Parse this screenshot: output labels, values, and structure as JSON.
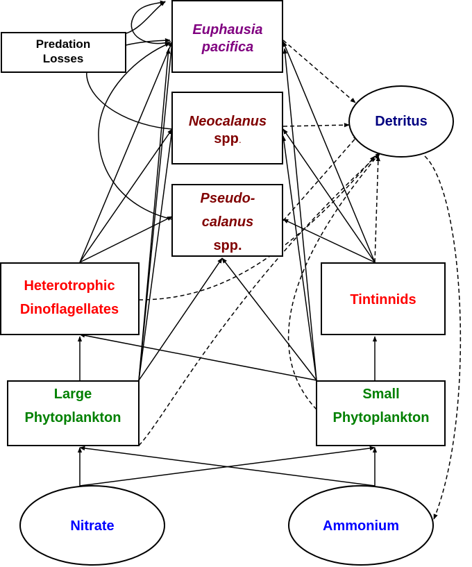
{
  "nodes": {
    "predation": {
      "line1": "Predation",
      "line2": "Losses",
      "color": "#000000"
    },
    "euphausia": {
      "line1": "Euphausia",
      "line2": "pacifica",
      "color": "#800080"
    },
    "neocalanus": {
      "line1": "Neocalanus",
      "line2": "spp",
      "line2_suffix": ".",
      "color": "#800000"
    },
    "pseudocalanus": {
      "line1": "Pseudo-",
      "line2": "calanus",
      "line3": "spp.",
      "color": "#800000"
    },
    "detritus": {
      "line1": "Detritus",
      "color": "#000080"
    },
    "heterotrophic": {
      "line1": "Heterotrophic",
      "line2": "Dinoflagellates",
      "color": "#ff0000"
    },
    "tintinnids": {
      "line1": "Tintinnids",
      "color": "#ff0000"
    },
    "large_phyto": {
      "line1": "Large",
      "line2": "Phytoplankton",
      "color": "#008000"
    },
    "small_phyto": {
      "line1": "Small",
      "line2": "Phytoplankton",
      "color": "#008000"
    },
    "nitrate": {
      "line1": "Nitrate",
      "color": "#0000ff"
    },
    "ammonium": {
      "line1": "Ammonium",
      "color": "#0000ff"
    }
  }
}
